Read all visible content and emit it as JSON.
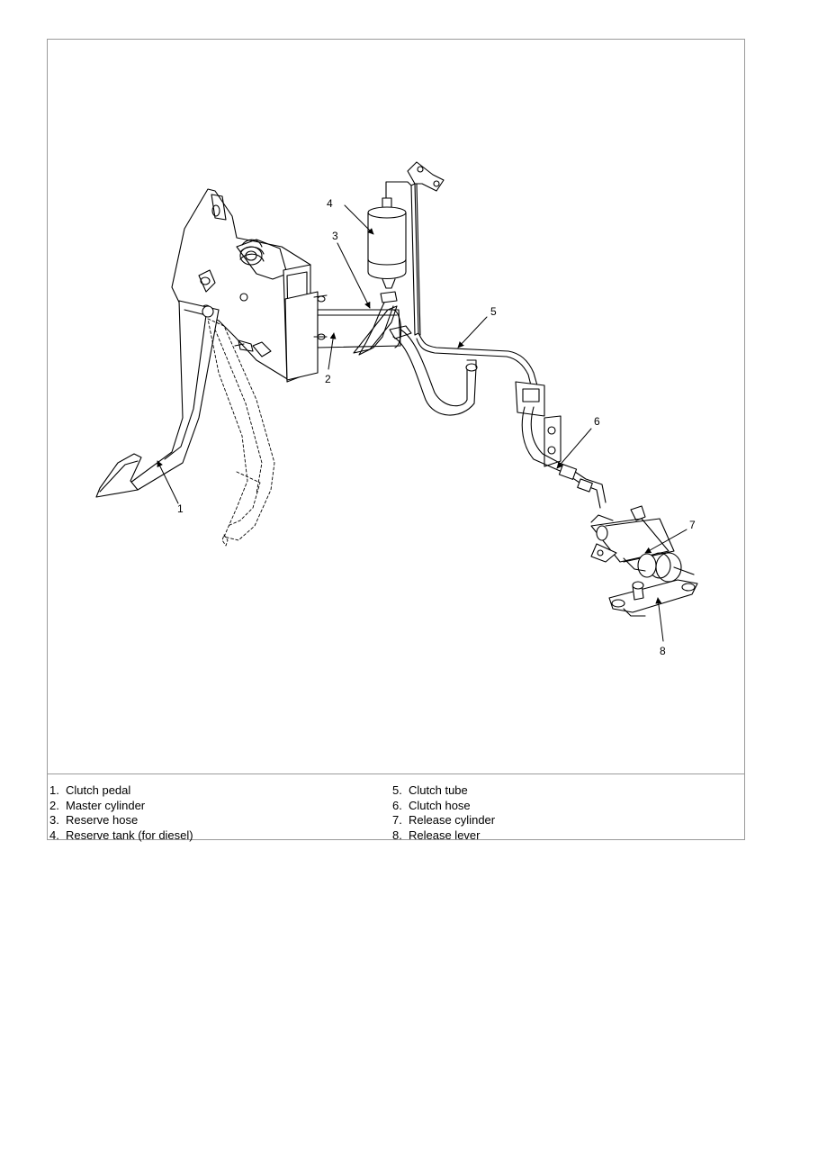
{
  "legend": {
    "left": [
      {
        "num": "1.",
        "label": "Clutch pedal"
      },
      {
        "num": "2.",
        "label": "Master cylinder"
      },
      {
        "num": "3.",
        "label": "Reserve hose"
      },
      {
        "num": "4.",
        "label": "Reserve tank (for diesel)"
      }
    ],
    "right": [
      {
        "num": "5.",
        "label": "Clutch tube"
      },
      {
        "num": "6.",
        "label": "Clutch hose"
      },
      {
        "num": "7.",
        "label": "Release cylinder"
      },
      {
        "num": "8.",
        "label": "Release lever"
      }
    ]
  },
  "callouts": [
    "1",
    "2",
    "3",
    "4",
    "5",
    "6",
    "7",
    "8"
  ]
}
